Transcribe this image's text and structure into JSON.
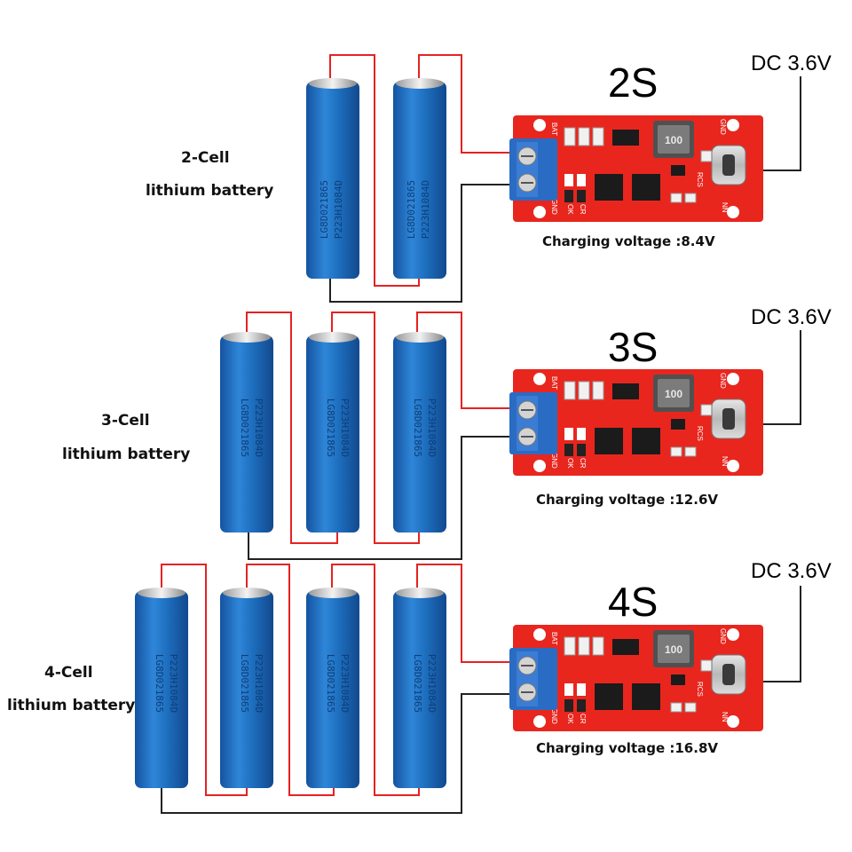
{
  "battery_print": {
    "line1": "LG8D021865",
    "line2": "P223H1084D"
  },
  "colors": {
    "wire_positive": "#e52222",
    "wire_negative": "#222222",
    "battery": "#1e6fbf",
    "board": "#e8261e",
    "terminal": "#2a6cc4"
  },
  "pcb_text": {
    "bat": "BAT",
    "gnd": "GND",
    "inductor": "100",
    "ok": "OK",
    "cr": "CR",
    "rcs": "RCS",
    "nn": "NN"
  },
  "rows": [
    {
      "cell_label": "2-Cell",
      "cell_label2": "lithium battery",
      "config": "2S",
      "dc_label": "DC 3.6V",
      "charging_label": "Charging voltage :8.4V"
    },
    {
      "cell_label": "3-Cell",
      "cell_label2": "lithium battery",
      "config": "3S",
      "dc_label": "DC 3.6V",
      "charging_label": "Charging voltage :12.6V"
    },
    {
      "cell_label": "4-Cell",
      "cell_label2": "lithium battery",
      "config": "4S",
      "dc_label": "DC 3.6V",
      "charging_label": "Charging voltage :16.8V"
    }
  ]
}
